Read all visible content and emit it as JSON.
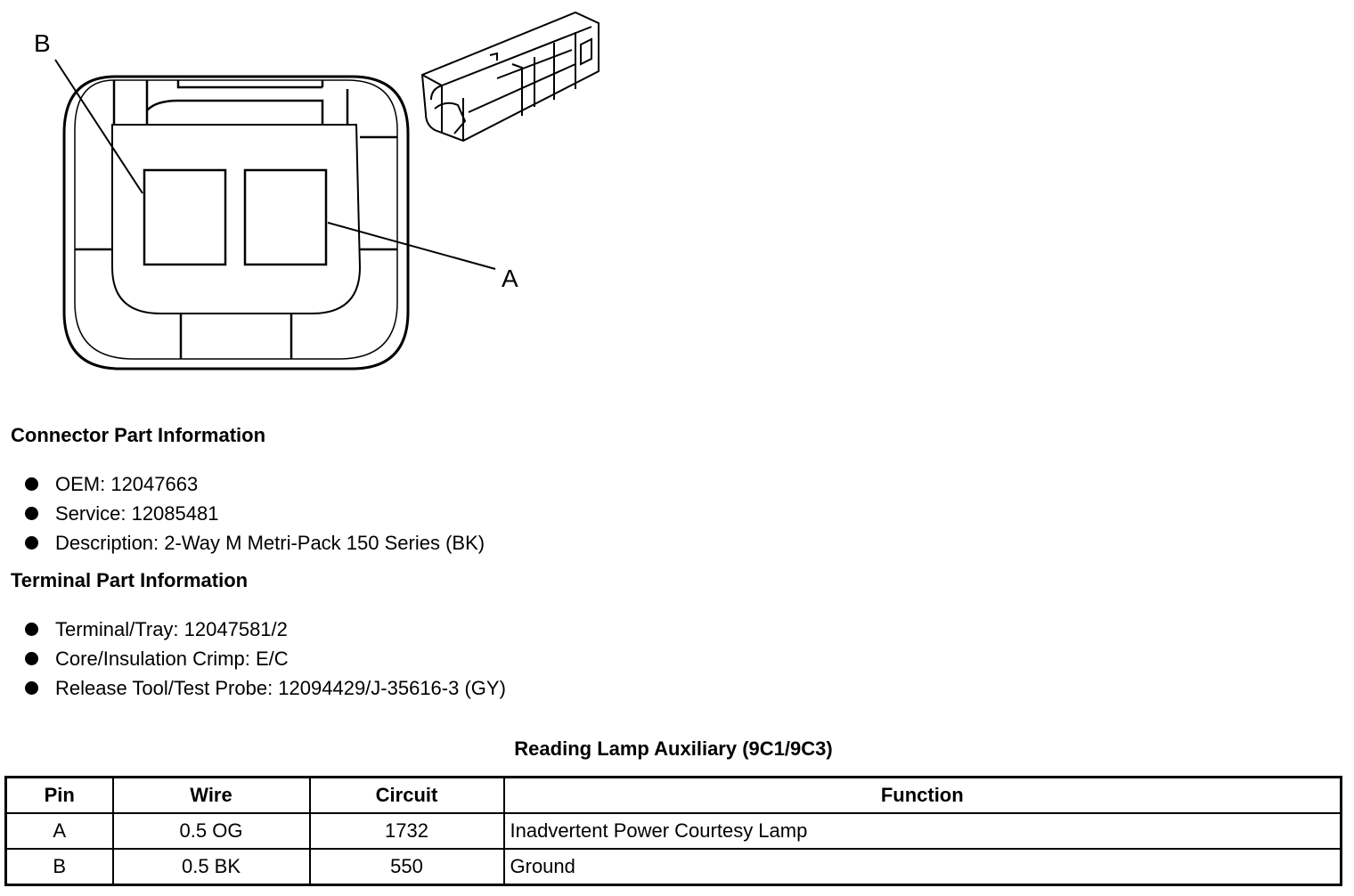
{
  "diagram": {
    "callouts": [
      "B",
      "A"
    ]
  },
  "connector_info": {
    "title": "Connector Part Information",
    "items": [
      "OEM: 12047663",
      "Service: 12085481",
      "Description: 2-Way M Metri-Pack 150 Series (BK)"
    ]
  },
  "terminal_info": {
    "title": "Terminal Part Information",
    "items": [
      "Terminal/Tray: 12047581/2",
      "Core/Insulation Crimp: E/C",
      "Release Tool/Test Probe: 12094429/J-35616-3 (GY)"
    ]
  },
  "table": {
    "title": "Reading Lamp Auxiliary (9C1/9C3)",
    "headers": [
      "Pin",
      "Wire",
      "Circuit",
      "Function"
    ],
    "rows": [
      [
        "A",
        "0.5 OG",
        "1732",
        "Inadvertent Power Courtesy Lamp"
      ],
      [
        "B",
        "0.5 BK",
        "550",
        "Ground"
      ]
    ]
  }
}
